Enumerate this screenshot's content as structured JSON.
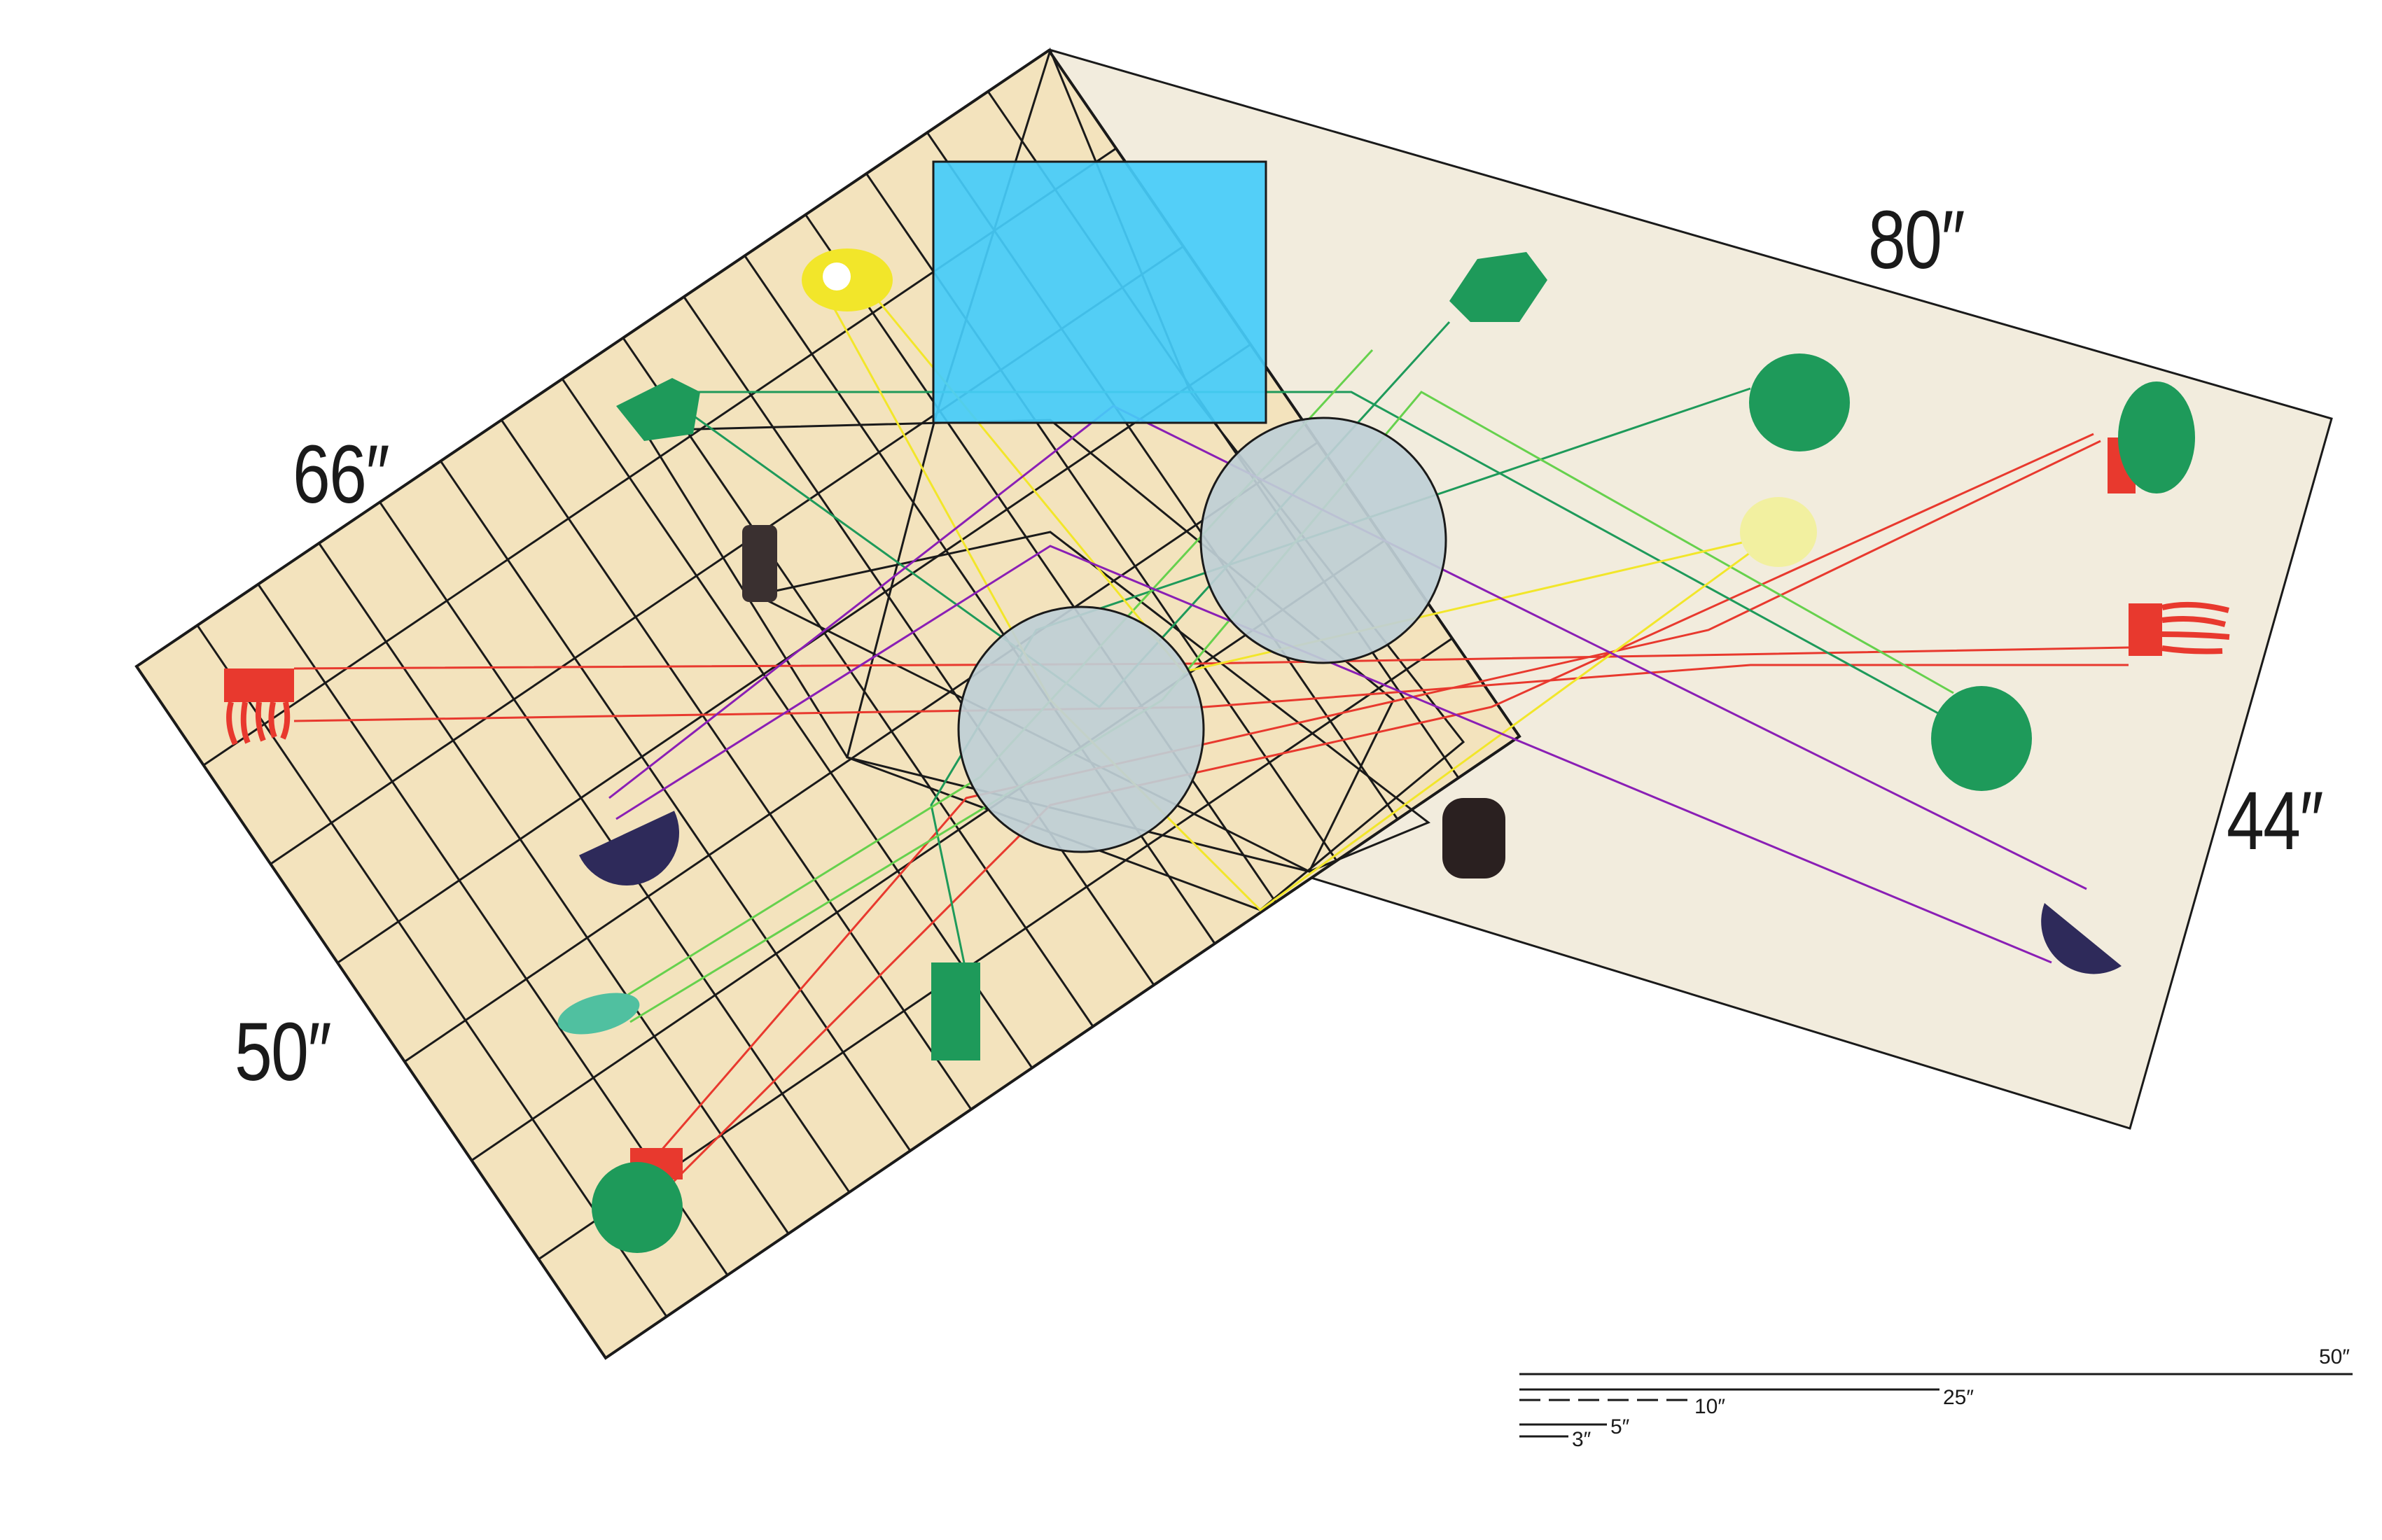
{
  "dimensions": {
    "top_right": "80″",
    "top_left": "66″",
    "bottom_left": "50″",
    "right": "44″"
  },
  "scale_bar": {
    "labels": [
      "50″",
      "25″",
      "10″",
      "5″",
      "3″"
    ]
  },
  "colors": {
    "grid_mat": "#f3e3bd",
    "light_mat": "#f2ecdd",
    "blue_rect": "#45ccfa",
    "circle": "#bfcfd6",
    "red": "#e8392e",
    "green": "#1e9a5a",
    "light_green": "#66d14d",
    "yellow": "#f2e62a",
    "purple": "#8a1fb5"
  },
  "icons": [
    "red-brush-icon",
    "green-leaf-icon",
    "yellow-flower-icon",
    "dark-stone-icon",
    "blue-fan-icon",
    "teal-pebble-icon",
    "red-planter-icon",
    "green-carrot-icon"
  ]
}
